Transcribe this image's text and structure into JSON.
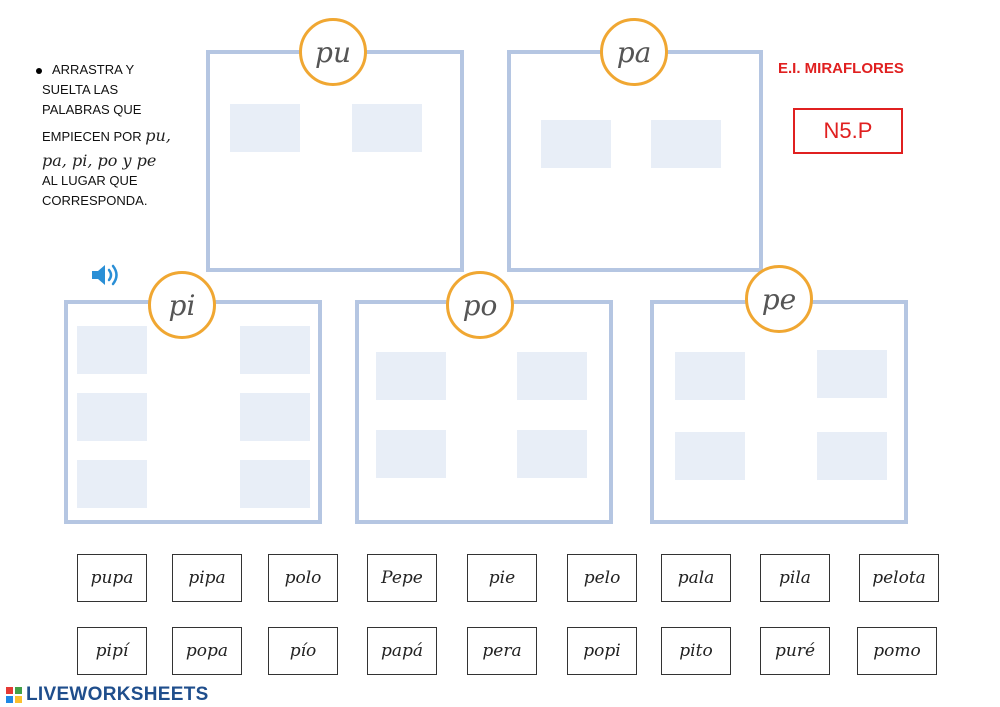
{
  "instructions": {
    "line1": "ARRASTRA Y",
    "line2": "SUELTA LAS",
    "line3": "PALABRAS QUE",
    "line4_prefix": "EMPIECEN POR ",
    "line4_cursive": "pu,",
    "line5_cursive": "pa, pi, po y pe",
    "line6": "AL LUGAR QUE",
    "line7": "CORRESPONDA."
  },
  "school": "E.I. MIRAFLORES",
  "code": "N5.P",
  "zones": {
    "pu": "pu",
    "pa": "pa",
    "pi": "pi",
    "po": "po",
    "pe": "pe"
  },
  "words_row1": [
    "pupa",
    "pipa",
    "polo",
    "Pepe",
    "pie",
    "pelo",
    "pala",
    "pila",
    "pelota"
  ],
  "words_row2": [
    "pipí",
    "popa",
    "pío",
    "papá",
    "pera",
    "popi",
    "pito",
    "puré",
    "pomo"
  ],
  "logo": "LIVEWORKSHEETS",
  "colors": {
    "zone_border": "#b5c6e2",
    "badge_border": "#f0a732",
    "slot": "#e8eef7",
    "accent_red": "#e02020",
    "logo_blue": "#1f4e8c"
  },
  "icons": {
    "speaker": "speaker-icon"
  }
}
